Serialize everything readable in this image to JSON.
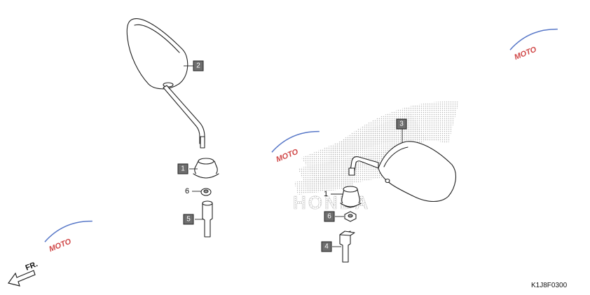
{
  "diagram": {
    "callouts": {
      "left_mirror": "2",
      "right_mirror": "3",
      "left_boot": "1",
      "left_nut": "6",
      "left_adapter": "5",
      "right_boot": "1",
      "right_nut": "6",
      "right_adapter": "4"
    },
    "direction_label": "FR.",
    "diagram_code": "K1J8F0300",
    "brand_watermark": "HONDA",
    "stamp_text": "MOTO"
  },
  "colors": {
    "callout_fill": "#6e6e6e",
    "watermark_red": "#d04848",
    "watermark_blue": "#5878c8",
    "stipple": "#b5b5b5"
  }
}
